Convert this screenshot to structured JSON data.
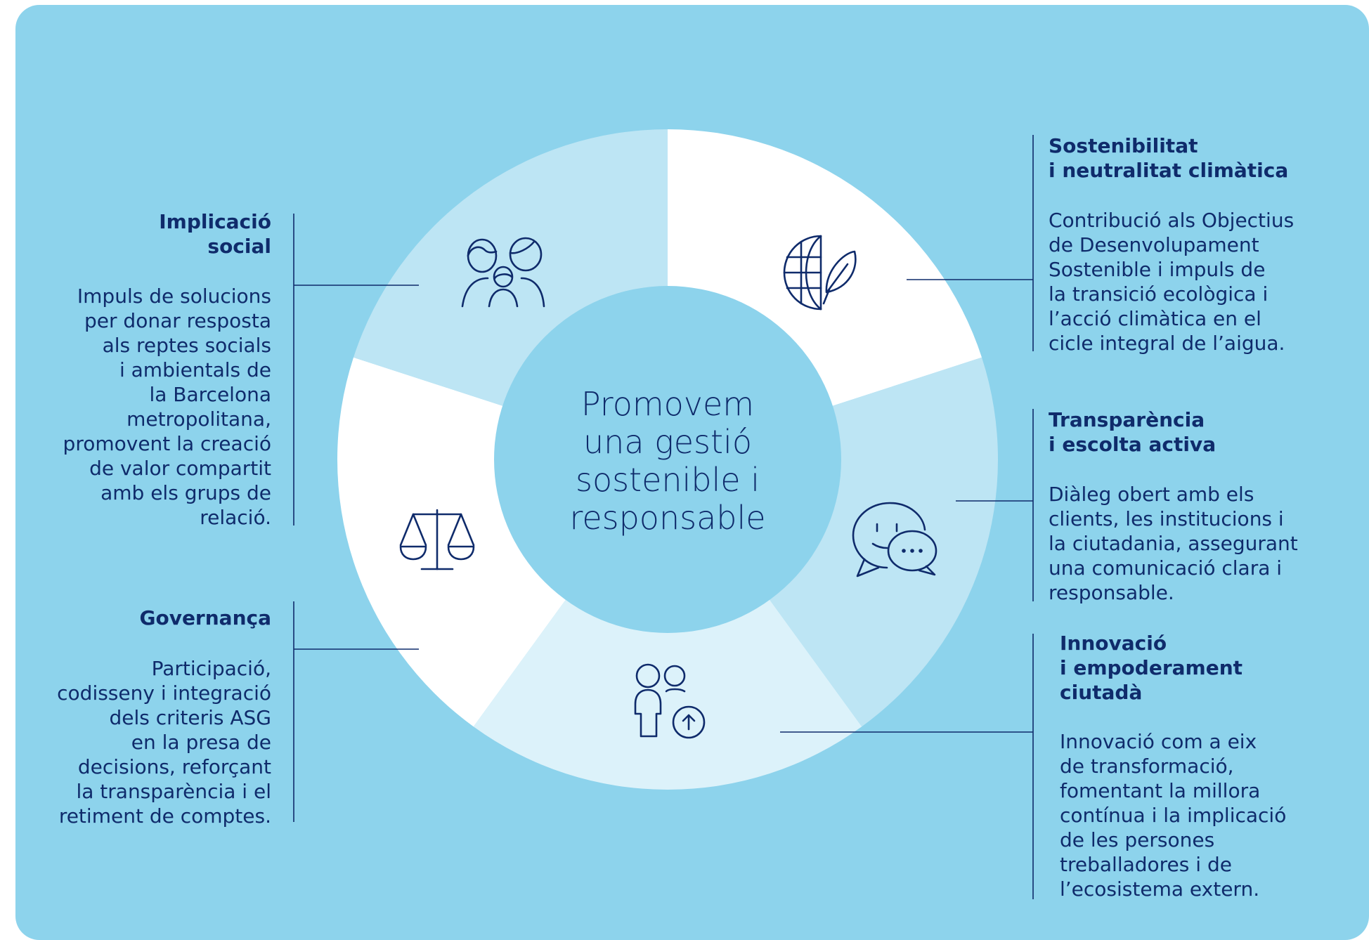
{
  "center_label": "Promovem\nuna gestió\nsostenible i\nresponsable",
  "colors": {
    "background": "#8dd3ec",
    "segment_white": "#ffffff",
    "segment_light": "#bde5f4",
    "segment_lighter": "#dcf2fa",
    "navy": "#0f2b6b"
  },
  "segments": [
    {
      "id": "sostenibilitat",
      "icon": "globe-leaf-icon",
      "title": "Sostenibilitat\ni neutralitat climàtica",
      "body": "Contribució als Objectius\nde Desenvolupament\nSostenible i impuls de\nla transició ecològica i\nl’acció climàtica en el\ncicle integral de l’aigua."
    },
    {
      "id": "transparencia",
      "icon": "speech-bubbles-icon",
      "title": "Transparència\ni escolta activa",
      "body": "Diàleg obert amb els\nclients, les institucions i\nla ciutadania, assegurant\nuna comunicació clara i\nresponsable."
    },
    {
      "id": "innovacio",
      "icon": "people-upload-icon",
      "title": "Innovació\ni empoderament\nciutadà",
      "body": "Innovació com a eix\nde transformació,\nfomentant la millora\ncontínua i la implicació\nde les persones\ntreballadores i de\nl’ecosistema extern."
    },
    {
      "id": "governanca",
      "icon": "scales-icon",
      "title": "Governança",
      "body": "Participació,\ncodisseny i integració\ndels criteris ASG\nen la presa de\ndecisions, reforçant\nla transparència i el\nretiment de comptes."
    },
    {
      "id": "implicacio",
      "icon": "family-icon",
      "title": "Implicació\nsocial",
      "body": "Impuls de solucions\nper donar resposta\nals reptes socials\ni ambientals de\nla Barcelona\nmetropolitana,\npromovent la creació\nde valor compartit\namb els grups de\nrelació."
    }
  ]
}
